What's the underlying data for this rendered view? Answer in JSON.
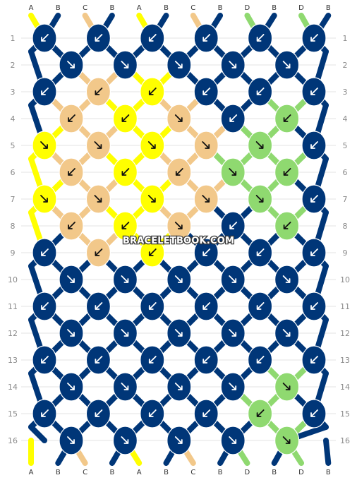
{
  "watermark": "BRACELETBOOK.COM",
  "colors": {
    "A": "#ffff00",
    "B": "#003678",
    "C": "#f2c88a",
    "D": "#8fd970"
  },
  "strings": [
    "A",
    "B",
    "C",
    "B",
    "A",
    "B",
    "C",
    "B",
    "D",
    "B",
    "D",
    "B"
  ],
  "row_numbers": [
    "1",
    "2",
    "3",
    "4",
    "5",
    "6",
    "7",
    "8",
    "9",
    "10",
    "11",
    "12",
    "13",
    "14",
    "15",
    "16"
  ],
  "knot_rows": [
    [
      "B",
      "B",
      "B",
      "B",
      "B",
      "B"
    ],
    [
      "B",
      "B",
      "B",
      "B",
      "B"
    ],
    [
      "B",
      "C",
      "A",
      "B",
      "B",
      "B"
    ],
    [
      "C",
      "A",
      "C",
      "B",
      "D"
    ],
    [
      "A",
      "C",
      "A",
      "C",
      "D",
      "B"
    ],
    [
      "C",
      "A",
      "C",
      "D",
      "D"
    ],
    [
      "A",
      "C",
      "A",
      "C",
      "D",
      "B"
    ],
    [
      "C",
      "A",
      "C",
      "B",
      "D"
    ],
    [
      "B",
      "C",
      "A",
      "B",
      "B",
      "B"
    ],
    [
      "B",
      "B",
      "B",
      "B",
      "B"
    ],
    [
      "B",
      "B",
      "B",
      "B",
      "B",
      "B"
    ],
    [
      "B",
      "B",
      "B",
      "B",
      "B"
    ],
    [
      "B",
      "B",
      "B",
      "B",
      "B",
      "B"
    ],
    [
      "B",
      "B",
      "B",
      "B",
      "D"
    ],
    [
      "B",
      "B",
      "B",
      "B",
      "D",
      "B"
    ],
    [
      "B",
      "B",
      "B",
      "B",
      "D"
    ]
  ],
  "knot_arrows": [
    [
      "sw",
      "sw",
      "sw",
      "sw",
      "sw",
      "sw"
    ],
    [
      "se",
      "se",
      "se",
      "se",
      "se"
    ],
    [
      "sw",
      "sw",
      "sw",
      "sw",
      "sw",
      "sw"
    ],
    [
      "sw",
      "sw",
      "se",
      "sw",
      "sw"
    ],
    [
      "se",
      "se",
      "se",
      "se",
      "se",
      "sw"
    ],
    [
      "sw",
      "sw",
      "sw",
      "se",
      "sw"
    ],
    [
      "se",
      "se",
      "se",
      "se",
      "se",
      "sw"
    ],
    [
      "sw",
      "sw",
      "se",
      "sw",
      "sw"
    ],
    [
      "sw",
      "sw",
      "sw",
      "sw",
      "sw",
      "sw"
    ],
    [
      "se",
      "se",
      "se",
      "se",
      "se"
    ],
    [
      "sw",
      "sw",
      "sw",
      "sw",
      "sw",
      "sw"
    ],
    [
      "se",
      "se",
      "se",
      "se",
      "se"
    ],
    [
      "sw",
      "sw",
      "sw",
      "sw",
      "sw",
      "sw"
    ],
    [
      "se",
      "se",
      "se",
      "se",
      "se"
    ],
    [
      "sw",
      "sw",
      "sw",
      "sw",
      "sw",
      "sw"
    ],
    [
      "se",
      "se",
      "se",
      "se",
      "se"
    ]
  ]
}
